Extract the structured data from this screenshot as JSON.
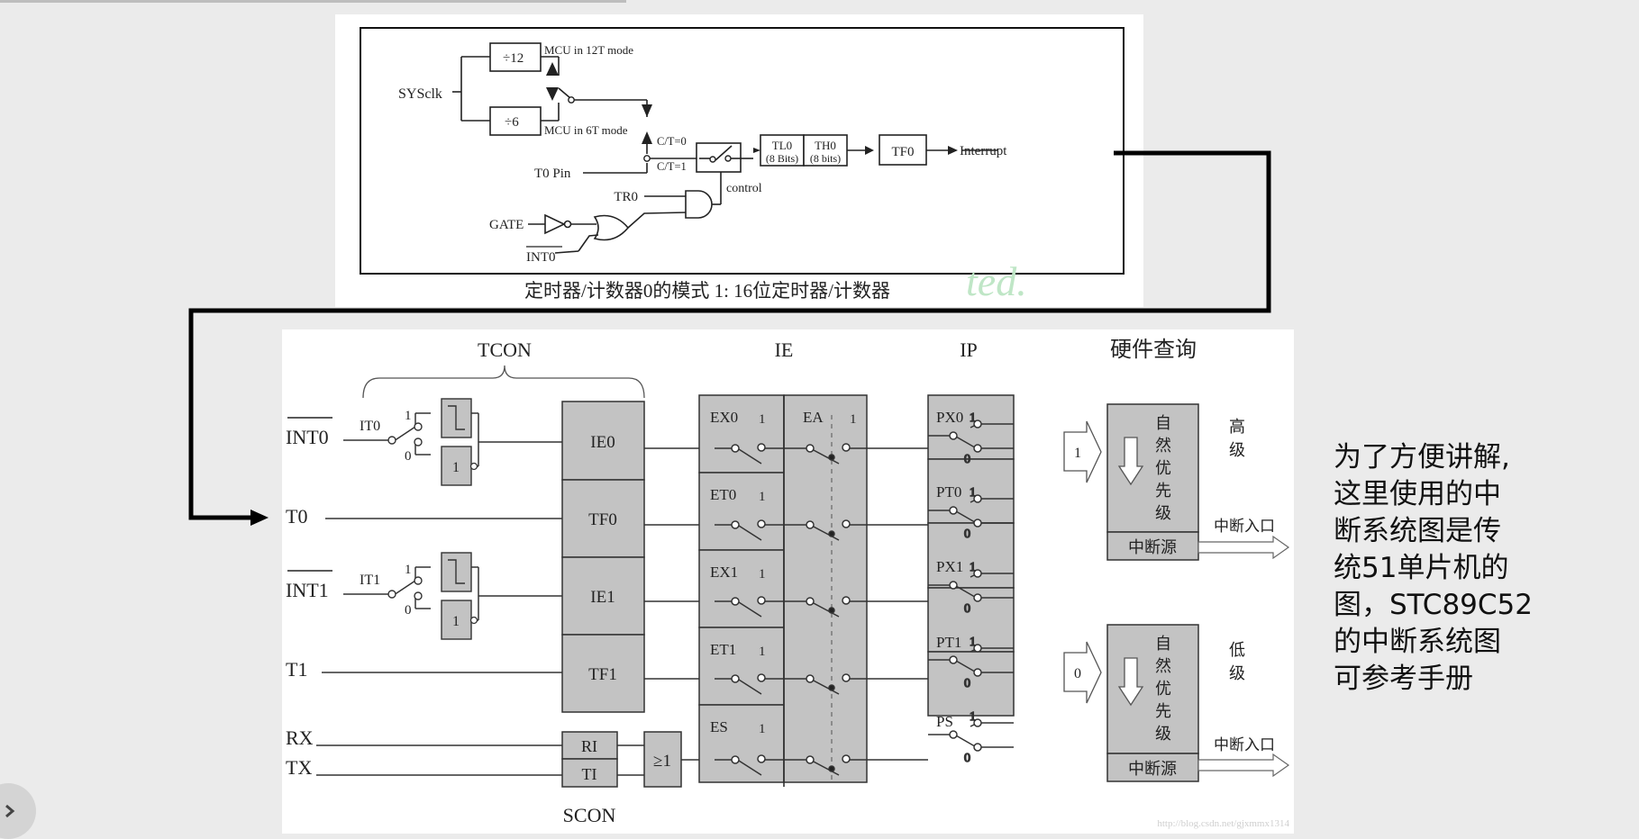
{
  "timer_diagram": {
    "sysclk": "SYSclk",
    "div12": "÷12",
    "div6": "÷6",
    "mode12t": "MCU in 12T mode",
    "mode6t": "MCU in 6T mode",
    "ct0": "C/T=0",
    "ct1": "C/T=1",
    "t0pin": "T0 Pin",
    "tl0": "TL0",
    "tl0_bits": "(8 Bits)",
    "th0": "TH0",
    "th0_bits": "(8 bits)",
    "tf0": "TF0",
    "interrupt": "Interrupt",
    "control": "control",
    "tr0": "TR0",
    "gate": "GATE",
    "int0": "INT0",
    "caption": "定时器/计数器0的模式 1: 16位定时器/计数器",
    "watermark": "ted."
  },
  "interrupt_diagram": {
    "tcon": "TCON",
    "ie": "IE",
    "ip": "IP",
    "hw_query": "硬件查询",
    "inputs": [
      "INT0",
      "T0",
      "INT1",
      "T1",
      "RX",
      "TX"
    ],
    "it0": "IT0",
    "it1": "IT1",
    "sel_1": "1",
    "sel_0": "0",
    "flags": [
      "IE0",
      "TF0",
      "IE1",
      "TF1"
    ],
    "ri": "RI",
    "ti": "TI",
    "or_gate": "≥1",
    "scon": "SCON",
    "enables": [
      "EX0",
      "ET0",
      "EX1",
      "ET1",
      "ES"
    ],
    "ea": "EA",
    "priorities": [
      "PX0",
      "PT0",
      "PX1",
      "PT1",
      "PS"
    ],
    "high_level_input": "1",
    "low_level_input": "0",
    "natural_priority": [
      "自",
      "然",
      "优",
      "先",
      "级"
    ],
    "int_source": "中断源",
    "high": [
      "高",
      "级"
    ],
    "low": [
      "低",
      "级"
    ],
    "int_entry": "中断入口",
    "watermark": "http://blog.csdn.net/gjxmmx1314"
  },
  "note": {
    "lines": [
      "为了方便讲解,",
      "这里使用的中",
      "断系统图是传",
      "统51单片机的",
      "图，STC89C52",
      "的中断系统图",
      "可参考手册"
    ]
  },
  "nav": {
    "icon": "chevron-right-icon"
  },
  "colors": {
    "block_fill": "#c3c3c3",
    "line": "#333333",
    "watermark": "#9fd8a9"
  }
}
